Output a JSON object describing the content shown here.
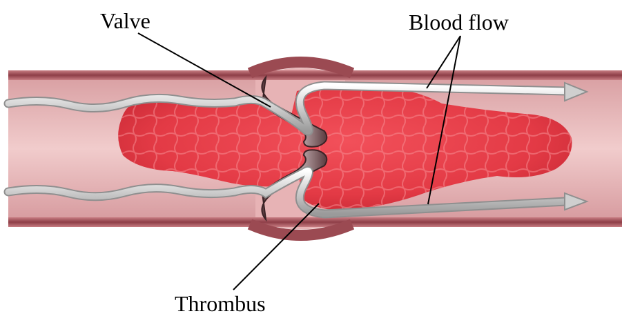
{
  "labels": {
    "valve": "Valve",
    "blood_flow": "Blood flow",
    "thrombus": "Thrombus"
  },
  "colors": {
    "vessel_wall": "#a8565e",
    "vessel_lumen": "#e9b7b7",
    "thrombus": "#e8414a",
    "flow_arrow": "#d9d9d9",
    "leader_line": "#000000"
  }
}
